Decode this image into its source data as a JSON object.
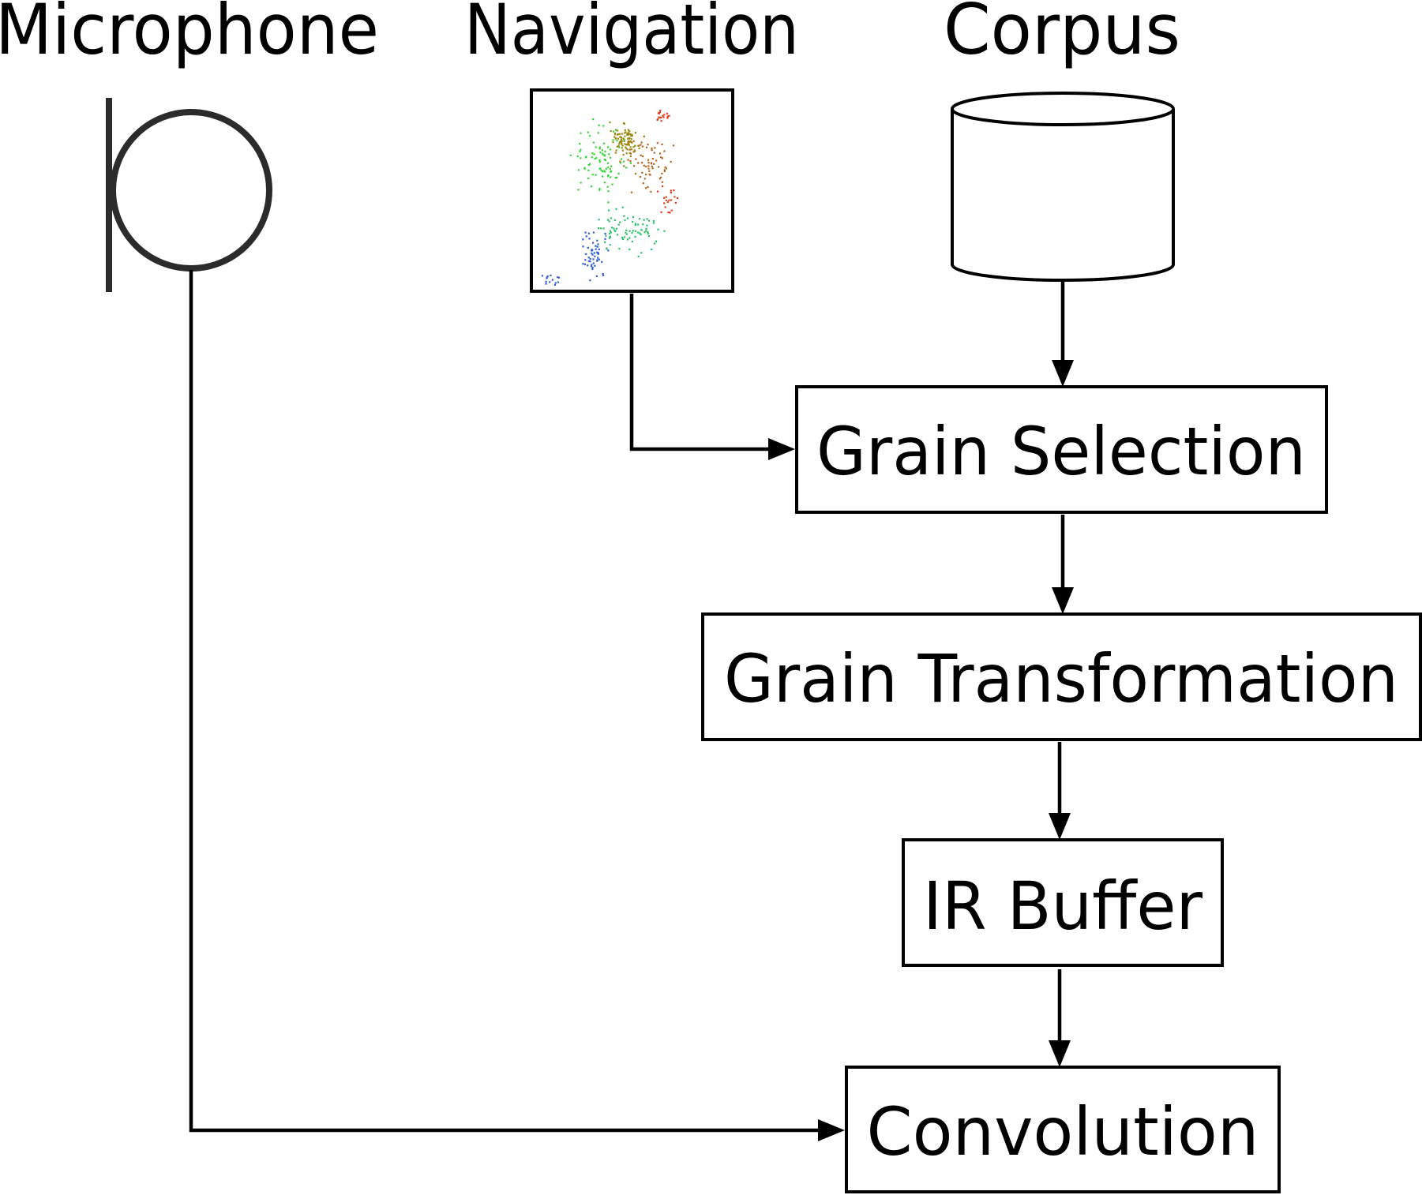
{
  "headings": {
    "microphone": "Microphone",
    "navigation": "Navigation",
    "corpus": "Corpus"
  },
  "blocks": {
    "grain_selection": "Grain Selection",
    "grain_transformation": "Grain Transformation",
    "ir_buffer": "IR Buffer",
    "convolution": "Convolution"
  },
  "icons": {
    "microphone": "microphone-icon",
    "navigation": "scatter-plot-thumbnail",
    "corpus": "database-cylinder-icon"
  },
  "colors": {
    "stroke": "#000000",
    "background": "#ffffff",
    "microphone_stroke": "#2b2b2b",
    "scatter_red": "#e0401e",
    "scatter_olive": "#9a8a10",
    "scatter_brown": "#b5661c",
    "scatter_green": "#35d435",
    "scatter_teal": "#2fbf6a",
    "scatter_blue": "#2f5fd0"
  }
}
